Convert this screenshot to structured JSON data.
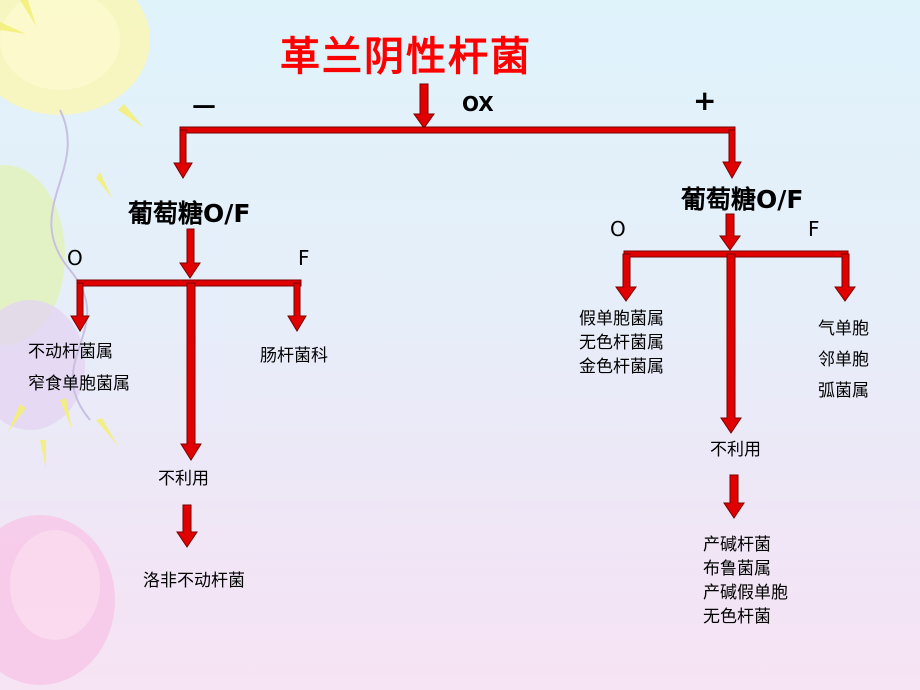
{
  "title": "革兰阴性杆菌",
  "test_ox": "OX",
  "sign_negative": "－",
  "sign_positive": "+",
  "left": {
    "glucose": "葡萄糖O/F",
    "o_label": "O",
    "f_label": "F",
    "o_result": [
      "不动杆菌属",
      "窄食单胞菌属"
    ],
    "f_result": "肠杆菌科",
    "not_utilized": "不利用",
    "not_utilized_result": "洛非不动杆菌"
  },
  "right": {
    "glucose": "葡萄糖O/F",
    "o_label": "O",
    "f_label": "F",
    "o_result": [
      "假单胞菌属",
      "无色杆菌属",
      "金色杆菌属"
    ],
    "f_result": [
      "气单胞",
      "邻单胞",
      "弧菌属"
    ],
    "not_utilized": "不利用",
    "not_utilized_result": [
      "产碱杆菌",
      "布鲁菌属",
      "产碱假单胞",
      "无色杆菌"
    ]
  },
  "colors": {
    "title": "#ff0000",
    "arrow_fill": "#e00000",
    "arrow_stroke": "#7a0000"
  }
}
